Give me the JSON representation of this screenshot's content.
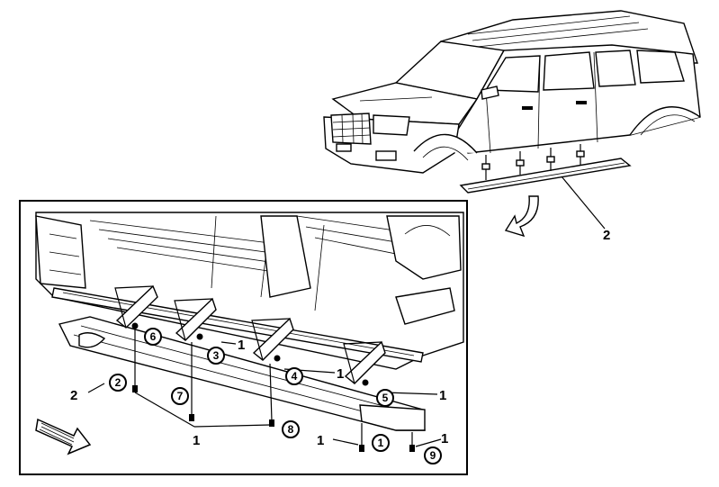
{
  "callouts": {
    "vehicle_two": "2",
    "panel_two": "2",
    "one_a": "1",
    "one_b": "1",
    "one_c": "1",
    "one_d": "1",
    "one_e": "1",
    "one_f": "1"
  },
  "step_markers": [
    "1",
    "2",
    "3",
    "4",
    "5",
    "6",
    "7",
    "8",
    "9"
  ]
}
